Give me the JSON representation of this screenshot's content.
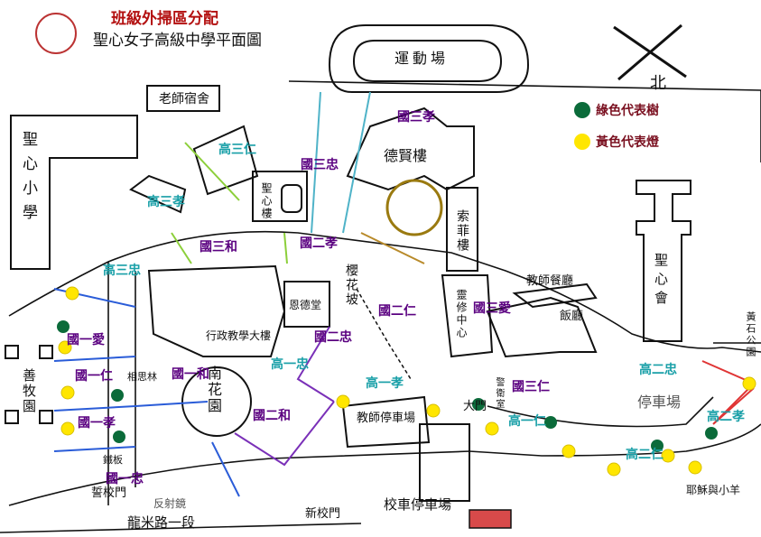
{
  "header": {
    "title": "班級外掃區分配",
    "subtitle": "聖心女子高級中學平面圖"
  },
  "compass": {
    "north_label": "北"
  },
  "legend": [
    {
      "label": "綠色代表樹",
      "color": "#0b6b3a"
    },
    {
      "label": "黃色代表燈",
      "color": "#ffe600"
    }
  ],
  "buildings": {
    "stadium": "運動場",
    "teacher_dorm": "老師宿舍",
    "primary_school": "聖心小學",
    "dexian_hall": "德賢樓",
    "suofei_hall": "索菲樓",
    "shengxin_hall": "聖心樓",
    "admin_building": "行政教學大樓",
    "ende_hall": "恩德堂",
    "yinghua_slope": "櫻花坡",
    "cultivation_center": "靈修中心",
    "staff_dining": "教師餐廳",
    "dining_hall": "飯廳",
    "assembly_hall": "聖心會",
    "south_garden": "南花園",
    "xiangsi_forest": "相思林",
    "shanmu_garden": "善牧園",
    "teacher_parking": "教師停車場",
    "bus_parking": "校車停車場",
    "parking_lot": "停車場",
    "huangshi_park": "黃石公園",
    "jesus_lamb": "耶穌與小羊",
    "mirror": "反射鏡",
    "railing": "鐵板",
    "oath_gate": "誓校門",
    "new_gate": "新校門",
    "road": "龍米路一段",
    "main_gate": "大門",
    "guard_room": "警衛室"
  },
  "zones": [
    {
      "name": "國三孝"
    },
    {
      "name": "高三仁"
    },
    {
      "name": "國三忠"
    },
    {
      "name": "高三孝"
    },
    {
      "name": "國二孝"
    },
    {
      "name": "國三和"
    },
    {
      "name": "高三忠"
    },
    {
      "name": "國二仁"
    },
    {
      "name": "國三愛"
    },
    {
      "name": "國一愛"
    },
    {
      "name": "國二忠"
    },
    {
      "name": "國一和"
    },
    {
      "name": "高一忠"
    },
    {
      "name": "國一仁"
    },
    {
      "name": "高一孝"
    },
    {
      "name": "國三仁"
    },
    {
      "name": "高二忠"
    },
    {
      "name": "國二和"
    },
    {
      "name": "國一孝"
    },
    {
      "name": "高一仁"
    },
    {
      "name": "高二孝"
    },
    {
      "name": "高二仁"
    },
    {
      "name": "國一忠"
    }
  ]
}
